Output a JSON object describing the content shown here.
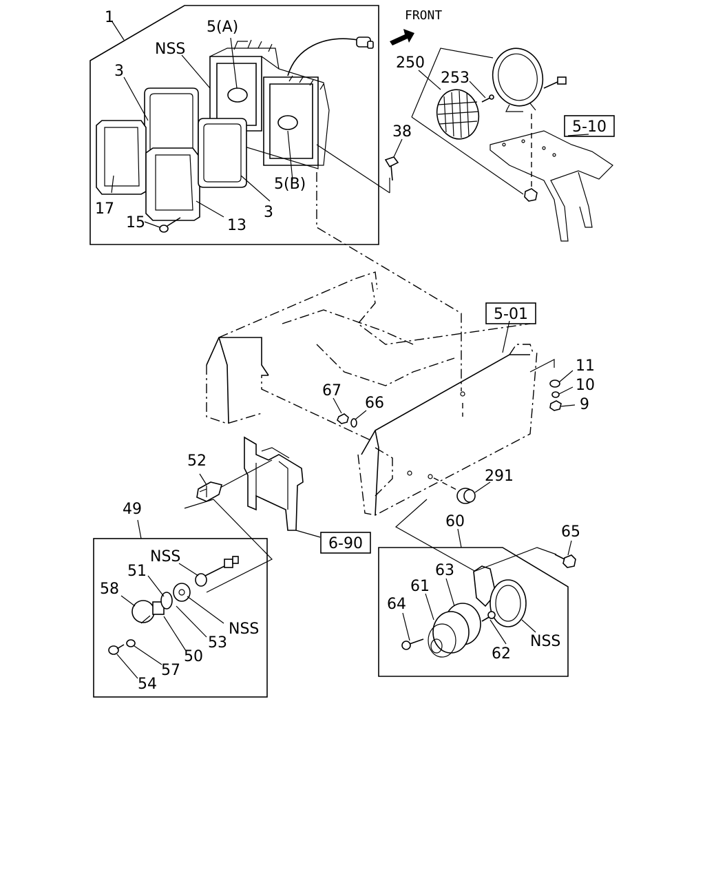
{
  "front_label": "FRONT",
  "callouts": {
    "c1": "1",
    "c5a": "5(A)",
    "c_nss_top": "NSS",
    "c3a": "3",
    "c3b": "3",
    "c17": "17",
    "c15": "15",
    "c13": "13",
    "c5b": "5(B)",
    "c38": "38",
    "c250": "250",
    "c253": "253",
    "c11": "11",
    "c10": "10",
    "c9": "9",
    "c67": "67",
    "c66": "66",
    "c52": "52",
    "c291": "291",
    "c49": "49",
    "c60": "60",
    "c65": "65",
    "c_nss_l1": "NSS",
    "c51": "51",
    "c58": "58",
    "c_nss_l2": "NSS",
    "c53": "53",
    "c50": "50",
    "c57": "57",
    "c54": "54",
    "c63": "63",
    "c61": "61",
    "c64": "64",
    "c_nss_r": "NSS",
    "c62": "62"
  },
  "ref_boxes": {
    "r510": "5-10",
    "r501": "5-01",
    "r690": "6-90"
  }
}
